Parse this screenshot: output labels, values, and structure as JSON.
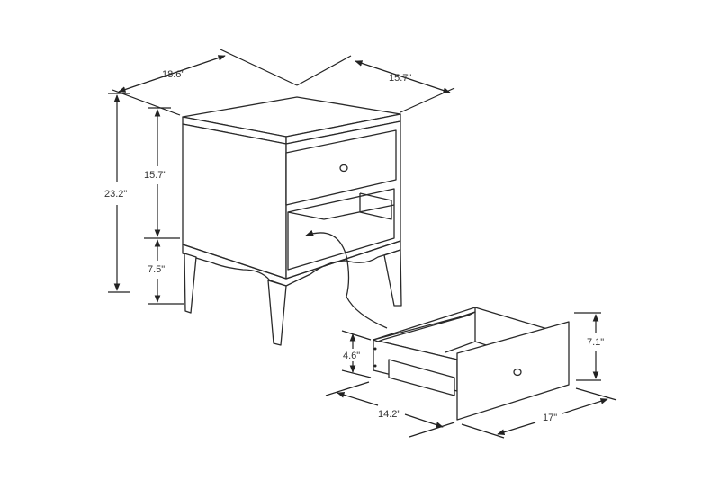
{
  "nightstand": {
    "width_label": "18.6\"",
    "depth_label": "15.7\"",
    "total_height_label": "23.2\"",
    "body_height_label": "15.7\"",
    "leg_height_label": "7.5\""
  },
  "drawer": {
    "side_height_label": "4.6\"",
    "front_height_label": "7.1\"",
    "depth_label": "14.2\"",
    "width_label": "17\""
  },
  "colors": {
    "line": "#2a2a2a",
    "background": "#ffffff"
  }
}
